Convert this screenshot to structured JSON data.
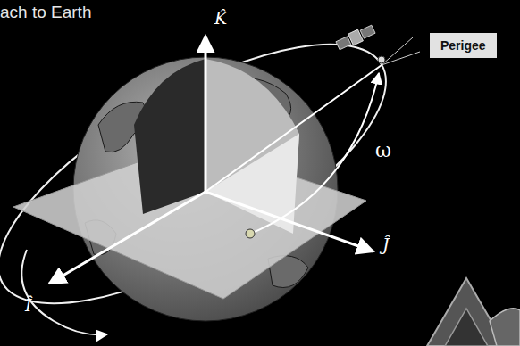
{
  "diagram": {
    "title": "ach to Earth",
    "nodes": [
      {
        "text": [
          "Perigee"
        ]
      }
    ],
    "labels": [
      "K̂",
      "ω",
      "Ĵ",
      "Î"
    ]
  }
}
